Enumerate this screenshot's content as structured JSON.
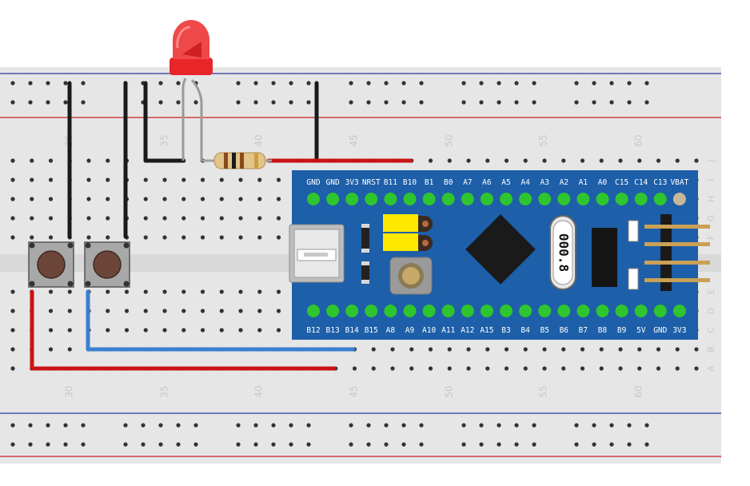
{
  "breadboard": {
    "column_numbers": [
      "30",
      "35",
      "40",
      "45",
      "50",
      "55",
      "60"
    ],
    "row_labels_top": [
      "J",
      "I",
      "H",
      "G",
      "F"
    ],
    "row_labels_bottom": [
      "E",
      "D",
      "C",
      "B",
      "A"
    ]
  },
  "board": {
    "top_pins": [
      "GND",
      "GND",
      "3V3",
      "NRST",
      "B11",
      "B10",
      "B1",
      "B0",
      "A7",
      "A6",
      "A5",
      "A4",
      "A3",
      "A2",
      "A1",
      "A0",
      "C15",
      "C14",
      "C13",
      "VBAT"
    ],
    "bottom_pins": [
      "B12",
      "B13",
      "B14",
      "B15",
      "A8",
      "A9",
      "A10",
      "A11",
      "A12",
      "A15",
      "B3",
      "B4",
      "B5",
      "B6",
      "B7",
      "B8",
      "B9",
      "5V",
      "GND",
      "3V3"
    ],
    "crystal_label": "000.8"
  },
  "colors": {
    "board_blue": "#1d5fa9",
    "wire_black": "#1a1a1a",
    "wire_red": "#c81414",
    "wire_blue": "#3a7fd0",
    "led_red": "#e8262a",
    "rail_red": "#c82020",
    "rail_blue": "#2a3aa0",
    "hole_green": "#2fc52f"
  }
}
